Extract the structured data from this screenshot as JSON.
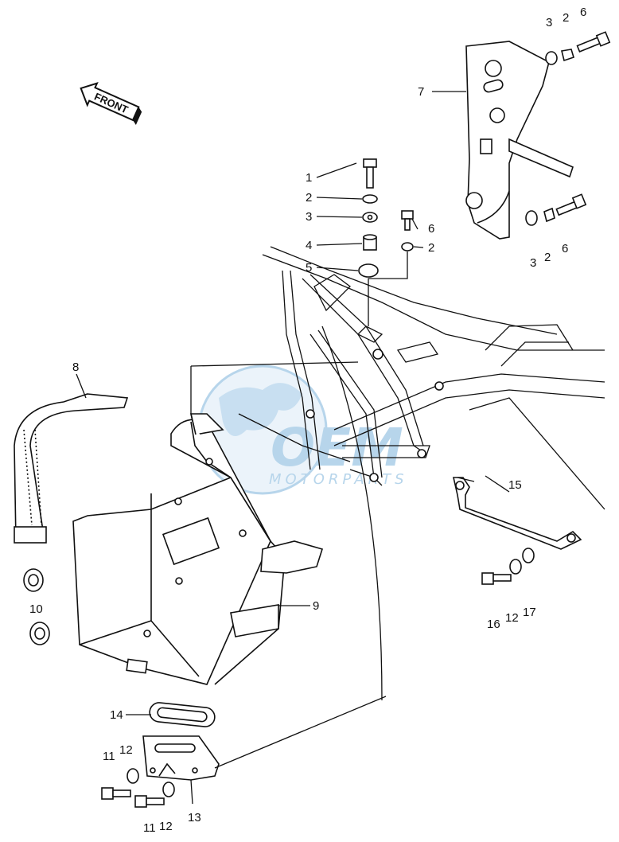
{
  "front_arrow": {
    "text": "FRONT"
  },
  "watermark": {
    "brand": "OEM",
    "tagline": "MOTORPARTS",
    "color": "#7db4dc"
  },
  "callouts": {
    "c1": "1",
    "c2a": "2",
    "c3a": "3",
    "c4": "4",
    "c5": "5",
    "c6a": "6",
    "c2b": "2",
    "c3b": "3",
    "c2c": "2",
    "c6b": "6",
    "c7": "7",
    "c3c": "3",
    "c2d": "2",
    "c6c": "6",
    "c8": "8",
    "c9": "9",
    "c10": "10",
    "c14": "14",
    "c11a": "11",
    "c12a": "12",
    "c11b": "11",
    "c12b": "12",
    "c13": "13",
    "c15": "15",
    "c16": "16",
    "c12c": "12",
    "c17": "17"
  }
}
